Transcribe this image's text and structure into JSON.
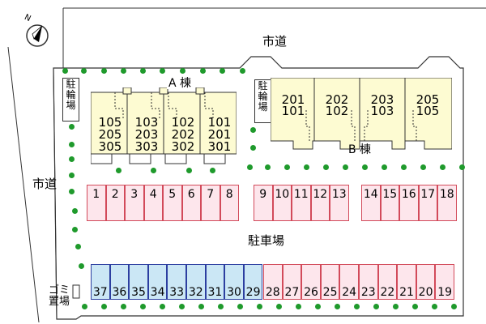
{
  "labels": {
    "road_top": "市道",
    "road_left": "市道",
    "parking": "駐車場",
    "garbage": "ゴミ\n置場",
    "bike_left": "駐\n輪\n場",
    "bike_right": "駐\n輪\n場",
    "compass": "N"
  },
  "building_a": {
    "name": "A 棟",
    "columns": [
      [
        "105",
        "205",
        "305"
      ],
      [
        "103",
        "203",
        "303"
      ],
      [
        "102",
        "202",
        "302"
      ],
      [
        "101",
        "201",
        "301"
      ]
    ]
  },
  "building_b": {
    "name": "B 棟",
    "columns": [
      [
        "201",
        "101"
      ],
      [
        "202",
        "102"
      ],
      [
        "203",
        "103"
      ],
      [
        "205",
        "105"
      ]
    ]
  },
  "parking_top": [
    {
      "group": [
        "1",
        "2",
        "3",
        "4",
        "5",
        "6",
        "7",
        "8"
      ]
    },
    {
      "group": [
        "9",
        "10",
        "11",
        "12",
        "13"
      ]
    },
    {
      "group": [
        "14",
        "15",
        "16",
        "17",
        "18"
      ]
    }
  ],
  "parking_bottom_blue": [
    "37",
    "36",
    "35",
    "34",
    "33",
    "32",
    "31",
    "30",
    "29"
  ],
  "parking_bottom_pink": [
    "28",
    "27",
    "26",
    "25",
    "24",
    "23",
    "22",
    "21",
    "20",
    "19"
  ],
  "colors": {
    "building_fill": "#fdfbd2",
    "stall_pink": "#fde6ec",
    "stall_pink_border": "#d24a5a",
    "stall_blue": "#cbe7f5",
    "stall_blue_border": "#2c3ea0",
    "tree": "#1f9a2c"
  },
  "icons": [
    "compass-icon",
    "tree-dot"
  ]
}
